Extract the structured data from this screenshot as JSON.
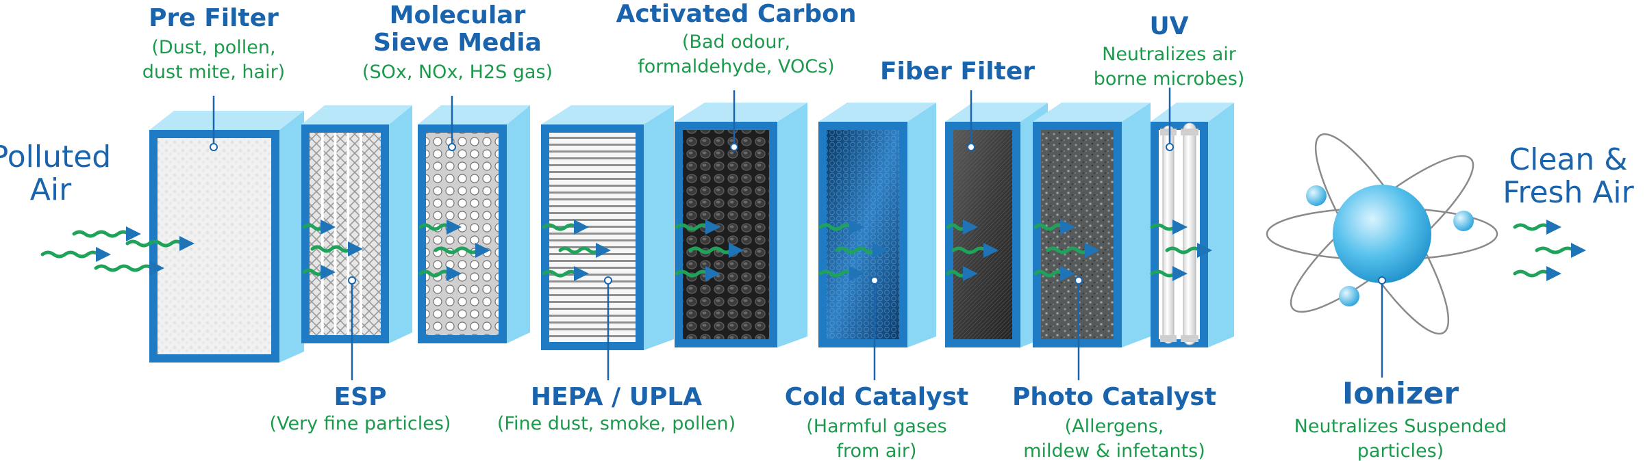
{
  "colors": {
    "title": "#1a64ad",
    "description": "#1b9a4b",
    "frame_front": "#1e7bc4",
    "frame_side": "#8ad6f5",
    "arrow_head": "#1f73b7",
    "arrow_tail": "#1fa35a",
    "leader": "#1a64ad"
  },
  "side_labels": {
    "polluted": [
      "Polluted",
      "Air"
    ],
    "clean": [
      "Clean &",
      "Fresh Air"
    ]
  },
  "stages": [
    {
      "id": "pre-filter",
      "title": [
        "Pre Filter"
      ],
      "desc": [
        "(Dust, pollen,",
        "dust mite, hair)"
      ],
      "position": "top",
      "panel": "pre-filter-mesh"
    },
    {
      "id": "esp",
      "title": [
        "ESP"
      ],
      "desc": [
        "(Very fine particles)"
      ],
      "position": "bottom",
      "panel": "esp-grid"
    },
    {
      "id": "molecular-sieve",
      "title": [
        "Molecular",
        "Sieve Media"
      ],
      "desc": [
        "(SOx, NOx, H2S gas)"
      ],
      "position": "top",
      "panel": "perforated-dots"
    },
    {
      "id": "hepa",
      "title": [
        "HEPA / UPLA"
      ],
      "desc": [
        "(Fine dust, smoke, pollen)"
      ],
      "position": "bottom",
      "panel": "pleated-lines"
    },
    {
      "id": "activated-carbon",
      "title": [
        "Activated Carbon"
      ],
      "desc": [
        "(Bad odour,",
        "formaldehyde, VOCs)"
      ],
      "position": "top",
      "panel": "carbon-honeycomb"
    },
    {
      "id": "cold-catalyst",
      "title": [
        "Cold Catalyst"
      ],
      "desc": [
        "(Harmful gases",
        "from air)"
      ],
      "position": "bottom",
      "panel": "blue-honeycomb"
    },
    {
      "id": "fiber-filter",
      "title": [
        "Fiber Filter"
      ],
      "desc": [],
      "position": "top",
      "panel": "dark-fiber"
    },
    {
      "id": "photo-catalyst",
      "title": [
        "Photo Catalyst"
      ],
      "desc": [
        "(Allergens,",
        "mildew & infetants)"
      ],
      "position": "bottom",
      "panel": "grey-speckle"
    },
    {
      "id": "uv",
      "title": [
        "UV"
      ],
      "desc": [
        "Neutralizes air",
        "borne microbes)"
      ],
      "position": "top",
      "panel": "uv-tubes"
    },
    {
      "id": "ionizer",
      "title": [
        "Ionizer"
      ],
      "desc": [
        "Neutralizes Suspended",
        "particles)"
      ],
      "position": "bottom",
      "panel": "atom"
    }
  ]
}
